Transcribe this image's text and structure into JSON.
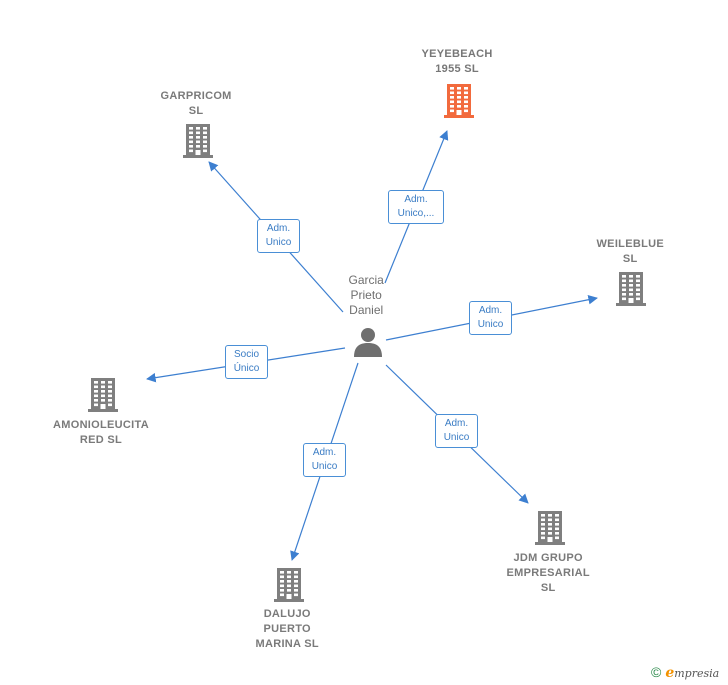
{
  "person": {
    "name_lines": [
      "Garcia",
      "Prieto",
      "Daniel"
    ]
  },
  "companies": [
    {
      "id": "yeyebeach",
      "lines": [
        "YEYEBEACH",
        "1955  SL"
      ],
      "highlight": true,
      "color": "#f26a3d"
    },
    {
      "id": "garpricom",
      "lines": [
        "GARPRICOM",
        "SL"
      ],
      "highlight": false,
      "color": "#7f7f7f"
    },
    {
      "id": "weileblue",
      "lines": [
        "WEILEBLUE",
        "SL"
      ],
      "highlight": false,
      "color": "#7f7f7f"
    },
    {
      "id": "amonioleucita",
      "lines": [
        "AMONIOLEUCITA",
        "RED  SL"
      ],
      "highlight": false,
      "color": "#7f7f7f"
    },
    {
      "id": "dalujo",
      "lines": [
        "DALUJO",
        "PUERTO",
        "MARINA SL"
      ],
      "highlight": false,
      "color": "#7f7f7f"
    },
    {
      "id": "jdm",
      "lines": [
        "JDM GRUPO",
        "EMPRESARIAL",
        "SL"
      ],
      "highlight": false,
      "color": "#7f7f7f"
    }
  ],
  "relations": [
    {
      "target": "yeyebeach",
      "label_lines": [
        "Adm.",
        "Unico,..."
      ]
    },
    {
      "target": "garpricom",
      "label_lines": [
        "Adm.",
        "Unico"
      ]
    },
    {
      "target": "weileblue",
      "label_lines": [
        "Adm.",
        "Unico"
      ]
    },
    {
      "target": "amonioleucita",
      "label_lines": [
        "Socio",
        "Único"
      ]
    },
    {
      "target": "dalujo",
      "label_lines": [
        "Adm.",
        "Unico"
      ]
    },
    {
      "target": "jdm",
      "label_lines": [
        "Adm.",
        "Unico"
      ]
    }
  ],
  "colors": {
    "edge": "#3d7fd0",
    "label_border": "#4a8fd6",
    "label_text": "#3a7cc4",
    "person": "#6f6f6f"
  },
  "footer": {
    "copyright_symbol": "©",
    "brand_initial": "e",
    "brand_rest": "mpresia"
  }
}
